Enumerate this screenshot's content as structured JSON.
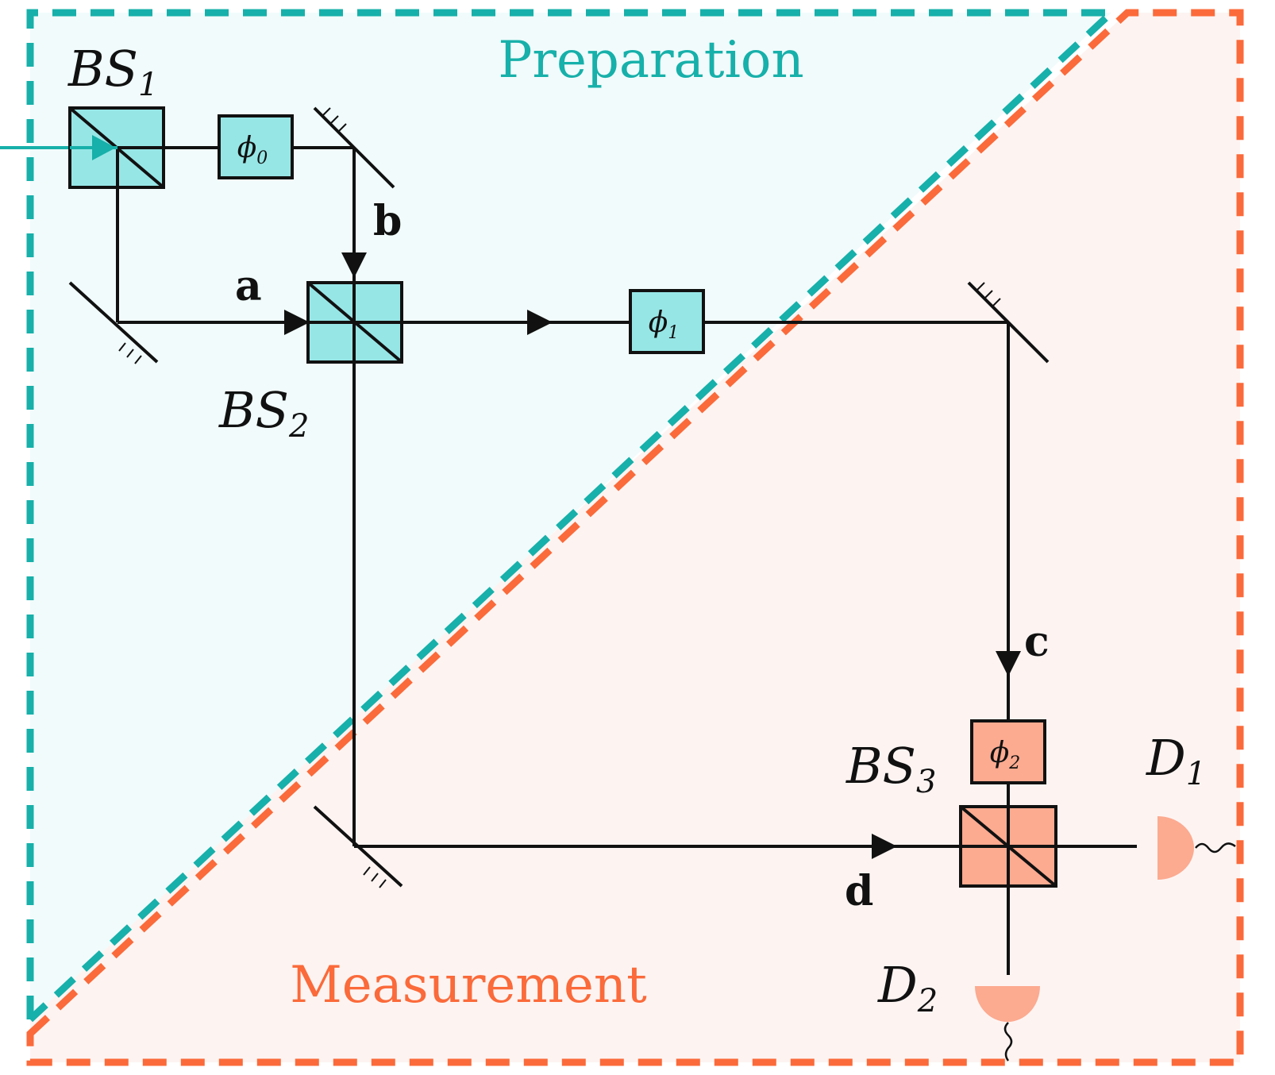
{
  "regions": {
    "preparation": {
      "label": "Preparation",
      "color": "#17b0aa",
      "fill": "#f1fbfb"
    },
    "measurement": {
      "label": "Measurement",
      "color": "#fb6a3a",
      "fill": "#fdf4f2"
    }
  },
  "components": {
    "bs1": {
      "name": "BS",
      "index": "1"
    },
    "bs2": {
      "name": "BS",
      "index": "2"
    },
    "bs3": {
      "name": "BS",
      "index": "3"
    },
    "phi0": {
      "symbol": "ϕ",
      "index": "0"
    },
    "phi1": {
      "symbol": "ϕ",
      "index": "1"
    },
    "phi2": {
      "symbol": "ϕ",
      "index": "2"
    },
    "d1": {
      "name": "D",
      "index": "1"
    },
    "d2": {
      "name": "D",
      "index": "2"
    }
  },
  "paths": {
    "a": "a",
    "b": "b",
    "c": "c",
    "d": "d"
  },
  "colors": {
    "prep_component": "#97e6e6",
    "meas_component": "#fcaa90",
    "beam": "#111111",
    "input_beam": "#17b0aa"
  }
}
